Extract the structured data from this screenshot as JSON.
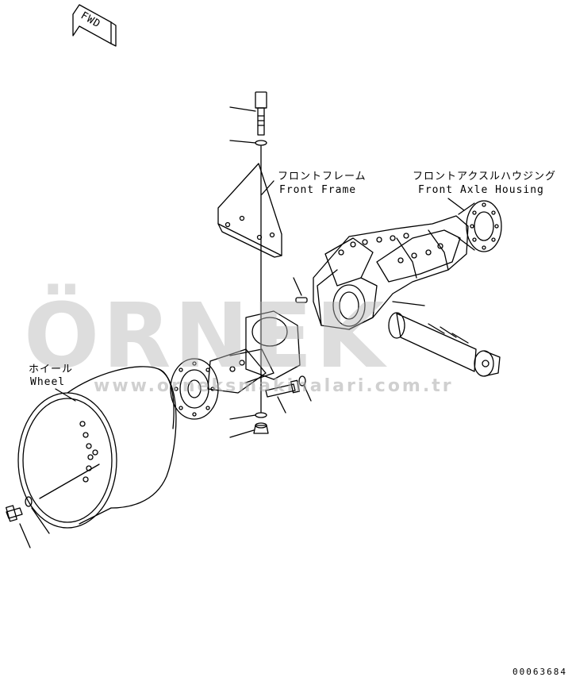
{
  "direction": {
    "label": "FWD"
  },
  "labels": {
    "front_frame_jp": "フロントフレーム",
    "front_frame_en": "Front Frame",
    "front_axle_jp": "フロントアクスルハウジング",
    "front_axle_en": "Front Axle Housing",
    "wheel_jp": "ホイール",
    "wheel_en": "Wheel"
  },
  "watermark": {
    "brand": "ÖRNEK",
    "url": "www.orneksmakinalari.com.tr",
    "accent_color": "#f3d27a"
  },
  "drawing_code": "00063684"
}
